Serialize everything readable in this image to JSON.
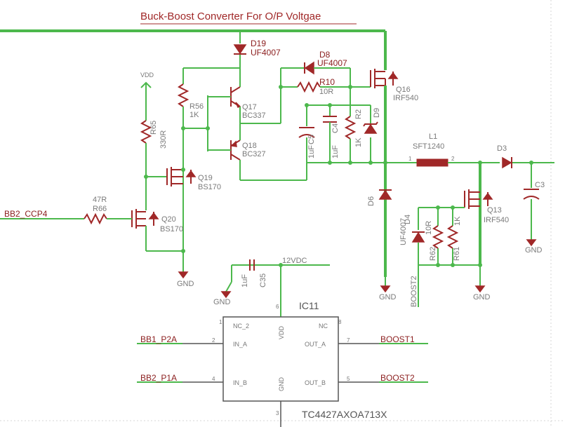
{
  "title": "Buck-Boost Converter For O/P Voltgae",
  "components": {
    "d19": {
      "ref": "D19",
      "value": "UF4007"
    },
    "d8": {
      "ref": "D8",
      "value": "UF4007"
    },
    "r10": {
      "ref": "R10",
      "value": "10R"
    },
    "q16": {
      "ref": "Q16",
      "value": "IRF540"
    },
    "r56": {
      "ref": "R56",
      "value": "1K"
    },
    "q17": {
      "ref": "Q17",
      "value": "BC337"
    },
    "q18": {
      "ref": "Q18",
      "value": "BC327"
    },
    "c5": {
      "ref": "C5",
      "value": "1uF"
    },
    "c4": {
      "ref": "C4",
      "value": "1uF"
    },
    "r2": {
      "ref": "R2",
      "value": "1K"
    },
    "d9": {
      "ref": "D9"
    },
    "r65": {
      "ref": "R65",
      "value": "330R"
    },
    "q19": {
      "ref": "Q19",
      "value": "BS170"
    },
    "r66": {
      "ref": "R66",
      "value": "47R"
    },
    "q20": {
      "ref": "Q20",
      "value": "BS170"
    },
    "l1": {
      "ref": "L1",
      "value": "SFT1240",
      "pin1": "1",
      "pin2": "2"
    },
    "d3": {
      "ref": "D3"
    },
    "c3": {
      "ref": "C3"
    },
    "d6": {
      "ref": "D6"
    },
    "q13": {
      "ref": "Q13",
      "value": "IRF540"
    },
    "d4": {
      "ref": "D4",
      "value": "UF4007"
    },
    "r62": {
      "ref": "R62",
      "value": "10R"
    },
    "r61": {
      "ref": "R61",
      "value": "1K"
    },
    "c35": {
      "ref": "C35",
      "value": "1uF"
    }
  },
  "nets": {
    "vdd": "VDD",
    "bb2_ccp4": "BB2_CCP4",
    "gnd": "GND",
    "v12": "12VDC",
    "boost1": "BOOST1",
    "boost2": "BOOST2",
    "bb1_p2a": "BB1_P2A",
    "bb2_p1a": "BB2_P1A"
  },
  "ic": {
    "ref": "IC11",
    "part": "TC4427AXOA713X",
    "pins": {
      "nc2": {
        "label": "NC_2",
        "num": "1"
      },
      "in_a": {
        "label": "IN_A",
        "num": "2"
      },
      "gnd": {
        "label": "GND",
        "num": "3"
      },
      "in_b": {
        "label": "IN_B",
        "num": "4"
      },
      "out_b": {
        "label": "OUT_B",
        "num": "5"
      },
      "vdd": {
        "label": "VDD",
        "num": "6"
      },
      "out_a": {
        "label": "OUT_A",
        "num": "7"
      },
      "nc": {
        "label": "NC",
        "num": "8"
      }
    }
  },
  "colors": {
    "wire": "#4cb84c",
    "component": "#a02828",
    "label": "#7a7a7a"
  }
}
